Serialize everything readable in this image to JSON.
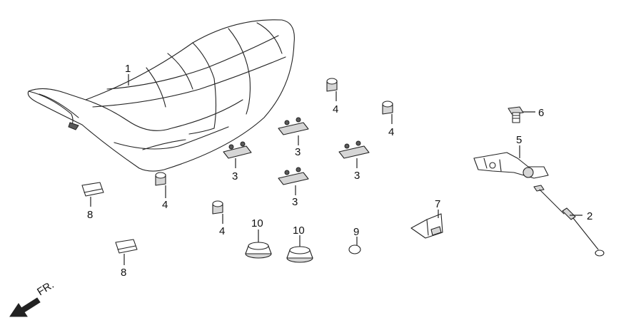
{
  "diagram": {
    "callouts": [
      "1",
      "2",
      "3",
      "3",
      "3",
      "3",
      "4",
      "4",
      "4",
      "4",
      "5",
      "6",
      "7",
      "8",
      "8",
      "9",
      "10",
      "10"
    ],
    "front_label": "FR.",
    "colors": {
      "ink": "#222222",
      "shade": "#d6d6d6",
      "background": "#ffffff"
    }
  }
}
